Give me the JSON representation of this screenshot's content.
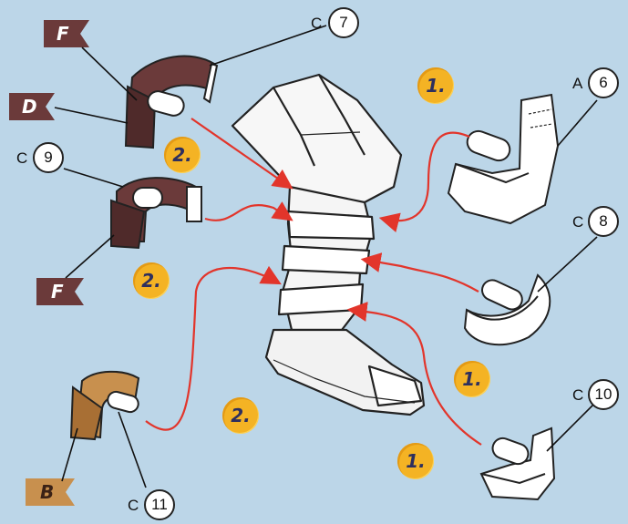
{
  "callouts": {
    "c7": {
      "letter": "C",
      "number": "7"
    },
    "a6": {
      "letter": "A",
      "number": "6"
    },
    "c9": {
      "letter": "C",
      "number": "9"
    },
    "c8": {
      "letter": "C",
      "number": "8"
    },
    "c10": {
      "letter": "C",
      "number": "10"
    },
    "c11": {
      "letter": "C",
      "number": "11"
    }
  },
  "flags": {
    "f_top": "F",
    "d": "D",
    "f_bottom": "F",
    "b": "B"
  },
  "steps": {
    "s1_top": "1.",
    "s2_top": "2.",
    "s2_mid": "2.",
    "s1_mid": "1.",
    "s2_bottom": "2.",
    "s1_bottom": "1."
  },
  "colors": {
    "background": "#bcd6e8",
    "arrow": "#e2352b",
    "step_badge": "#f4b324",
    "flag_dark": "#6b3a3a",
    "flag_tan": "#c8904e"
  }
}
